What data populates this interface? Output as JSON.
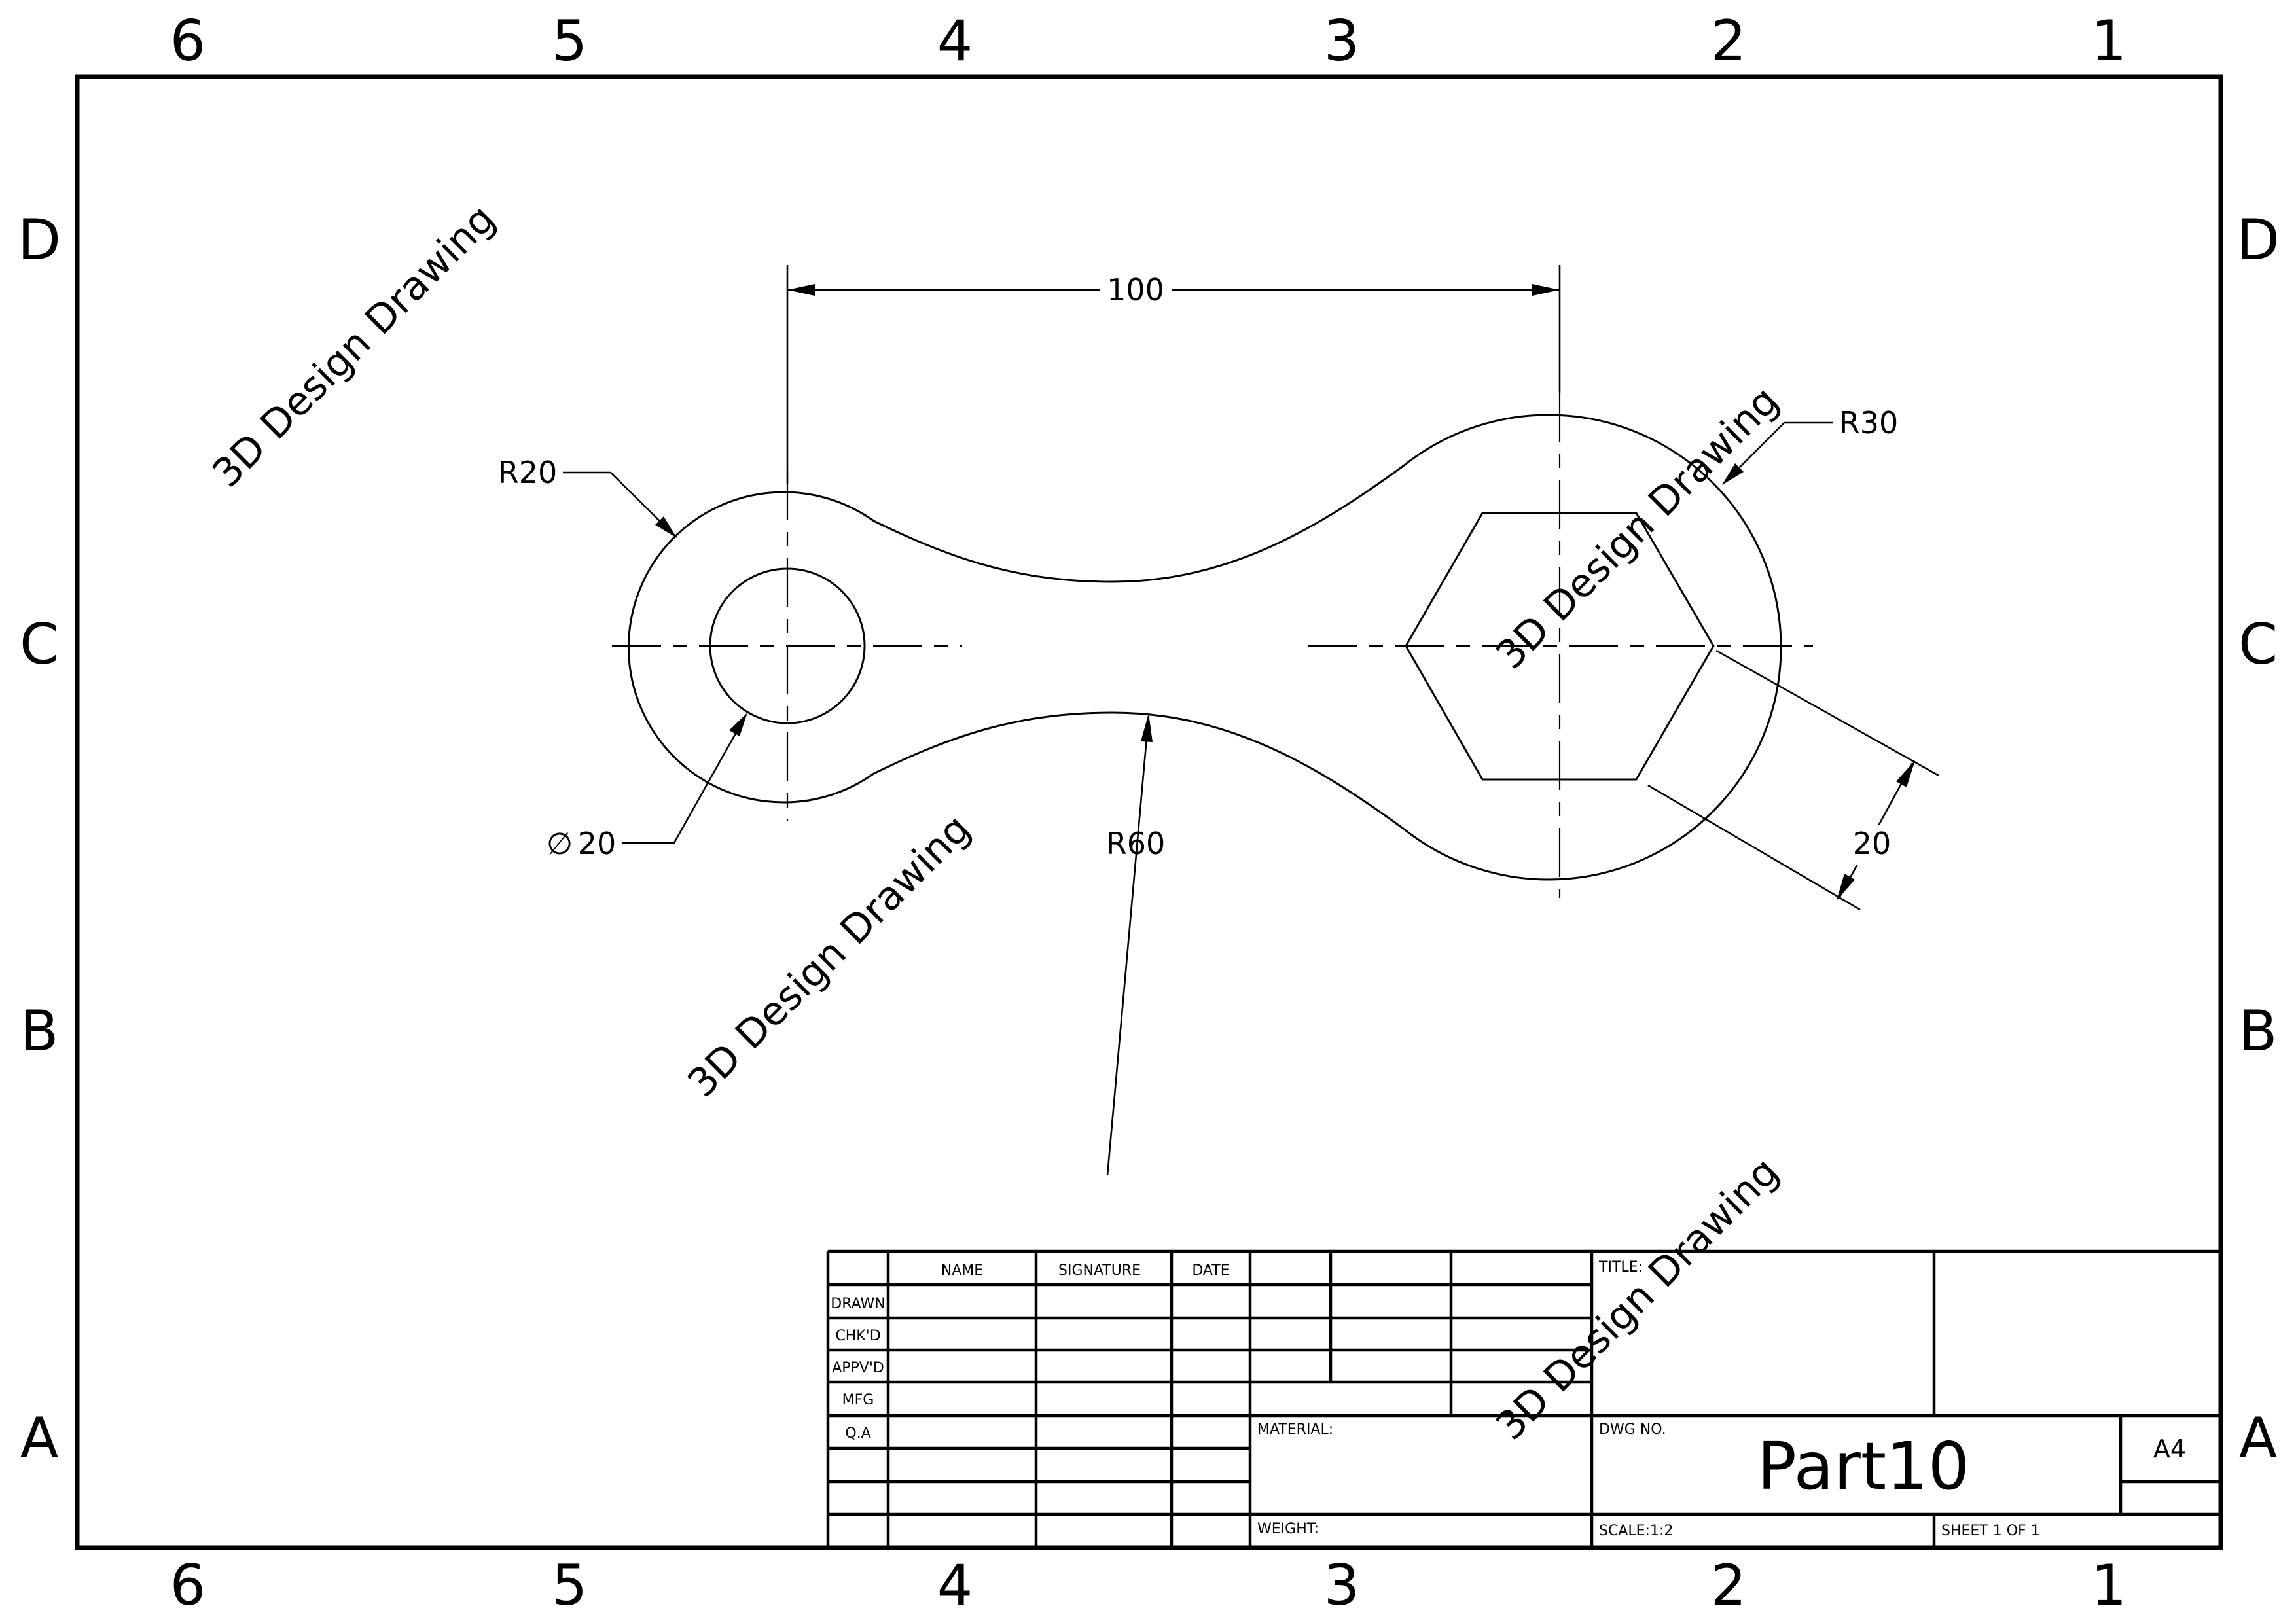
{
  "sheet": {
    "zones_columns": [
      "6",
      "5",
      "4",
      "3",
      "2",
      "1"
    ],
    "zones_rows": [
      "D",
      "C",
      "B",
      "A"
    ]
  },
  "dimensions": {
    "center_distance": "100",
    "small_outer_radius": "R20",
    "large_outer_radius": "R30",
    "bore_diameter_symbol": "∅",
    "bore_diameter_value": "20",
    "waist_radius": "R60",
    "hex_across_flats": "20"
  },
  "watermark": "3D Design Drawing",
  "title_block": {
    "col_name": "NAME",
    "col_signature": "SIGNATURE",
    "col_date": "DATE",
    "row_drawn": "DRAWN",
    "row_checked": "CHK'D",
    "row_approved": "APPV'D",
    "row_mfg": "MFG",
    "row_qa": "Q.A",
    "material_label": "MATERIAL:",
    "weight_label": "WEIGHT:",
    "title_label": "TITLE:",
    "dwg_no_label": "DWG NO.",
    "dwg_no_value": "Part10",
    "sheet_size": "A4",
    "scale": "SCALE:1:2",
    "sheet_count": "SHEET 1 OF 1"
  }
}
